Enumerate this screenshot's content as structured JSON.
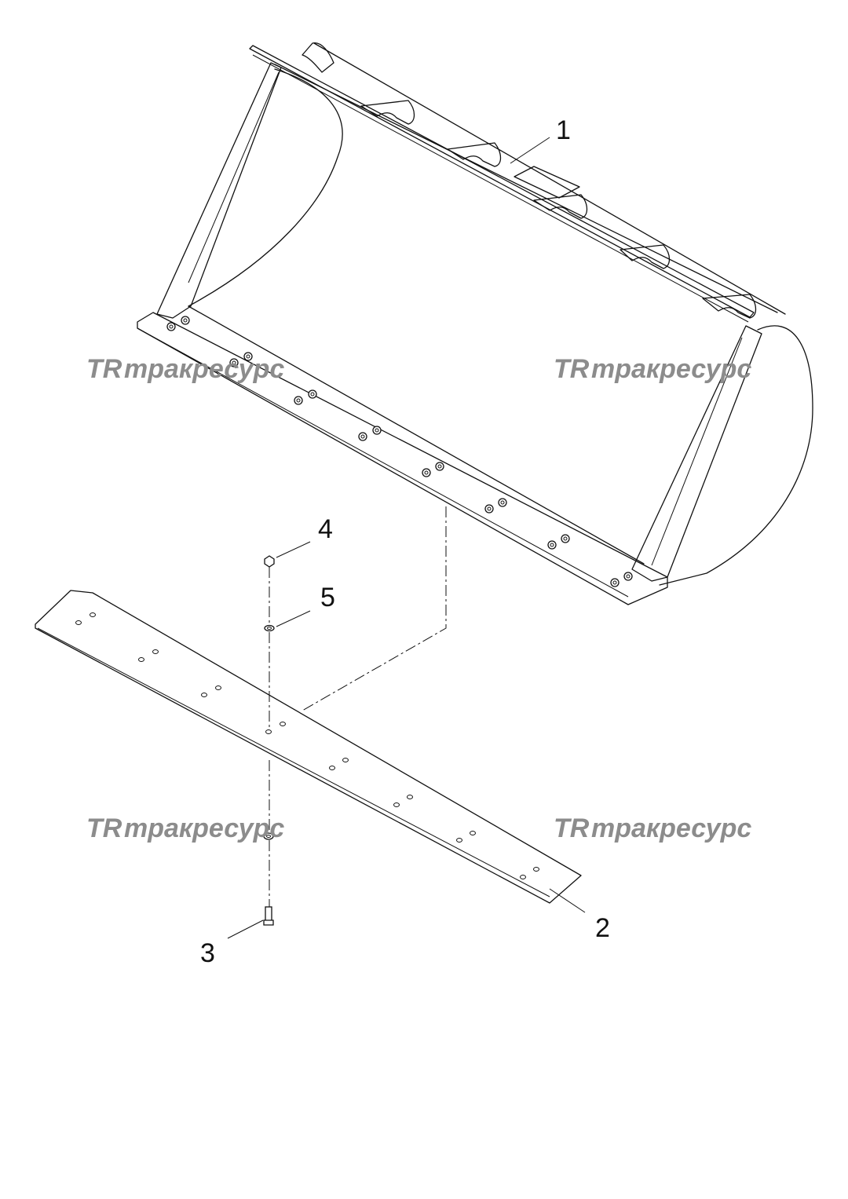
{
  "callouts": {
    "c1": "1",
    "c2": "2",
    "c3": "3",
    "c4": "4",
    "c5": "5"
  },
  "watermark": {
    "logo": "TR",
    "text": "тракресурс"
  },
  "colors": {
    "line": "#111111",
    "watermark": "#8c8c8c",
    "background": "#ffffff"
  }
}
